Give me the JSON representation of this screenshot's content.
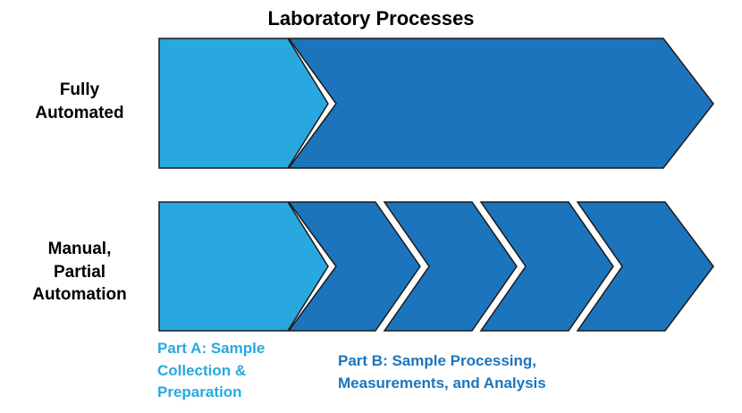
{
  "title": "Laboratory Processes",
  "rows": [
    {
      "label": "Fully\nAutomated"
    },
    {
      "label": "Manual,\nPartial\nAutomation"
    }
  ],
  "parts": {
    "a": {
      "label": "Part A: Sample\nCollection &\nPreparation",
      "color": "#29a8e0"
    },
    "b": {
      "label": "Part B: Sample Processing,\nMeasurements, and Analysis",
      "color": "#1c75bc"
    }
  }
}
